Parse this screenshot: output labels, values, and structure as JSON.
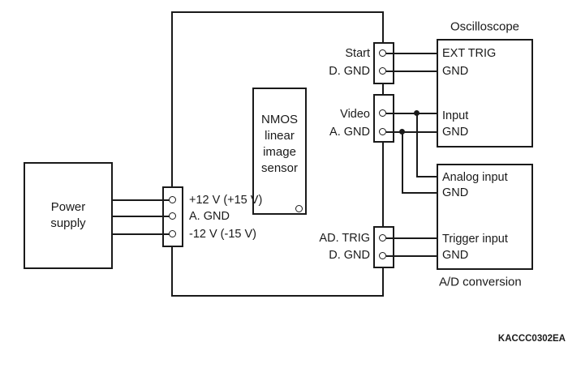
{
  "figure": {
    "watermark": "KACCC0302EA",
    "colors": {
      "line": "#1a1a1a",
      "background": "#ffffff"
    },
    "power_supply": {
      "line1": "Power",
      "line2": "supply"
    },
    "sensor": {
      "line1": "NMOS",
      "line2": "linear",
      "line3": "image",
      "line4": "sensor"
    },
    "oscilloscope": {
      "title": "Oscilloscope",
      "ports": [
        "EXT TRIG",
        "GND",
        "Input",
        "GND"
      ]
    },
    "ad_conversion": {
      "title": "A/D conversion",
      "ports": [
        "Analog input",
        "GND",
        "Trigger input",
        "GND"
      ]
    },
    "board_pins": {
      "start": "Start",
      "d_gnd_top": "D. GND",
      "video": "Video",
      "a_gnd": "A. GND",
      "ad_trig": "AD. TRIG",
      "d_gnd_bottom": "D. GND",
      "plus12": "+12 V (+15 V)",
      "power_a_gnd": "A. GND",
      "minus12": "-12 V (-15 V)"
    }
  }
}
